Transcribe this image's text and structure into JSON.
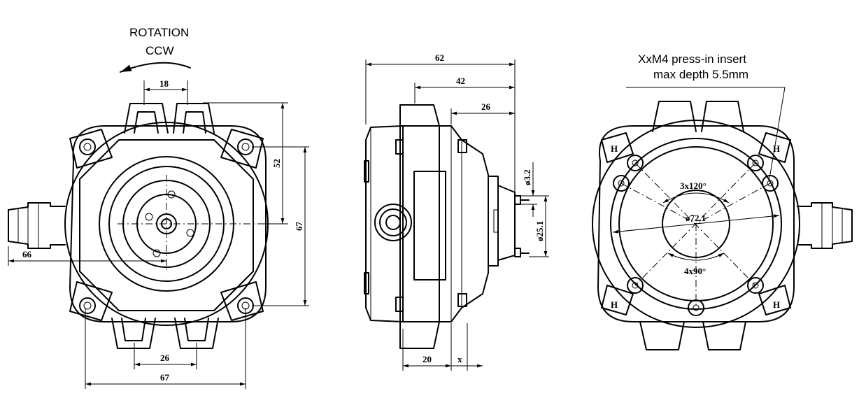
{
  "rotation": {
    "title": "ROTATION",
    "direction": "CCW"
  },
  "insert_note": {
    "line1": "XxM4 press-in insert",
    "line2": "max depth 5.5mm"
  },
  "front_view": {
    "dim_top": "18",
    "dim_right_inner": "52",
    "dim_right_outer": "67",
    "dim_left": "66",
    "dim_bottom_inner": "26",
    "dim_bottom_outer": "67"
  },
  "side_view": {
    "dim_total": "62",
    "dim_mid": "42",
    "dim_short": "26",
    "dim_shaft": "ø3.2",
    "dim_hub": "ø25.1",
    "dim_base": "20",
    "dim_x": "x"
  },
  "rear_view": {
    "dim_angles": "3x120°",
    "dim_circle": "ø72.1",
    "dim_angles2": "4x90°"
  }
}
